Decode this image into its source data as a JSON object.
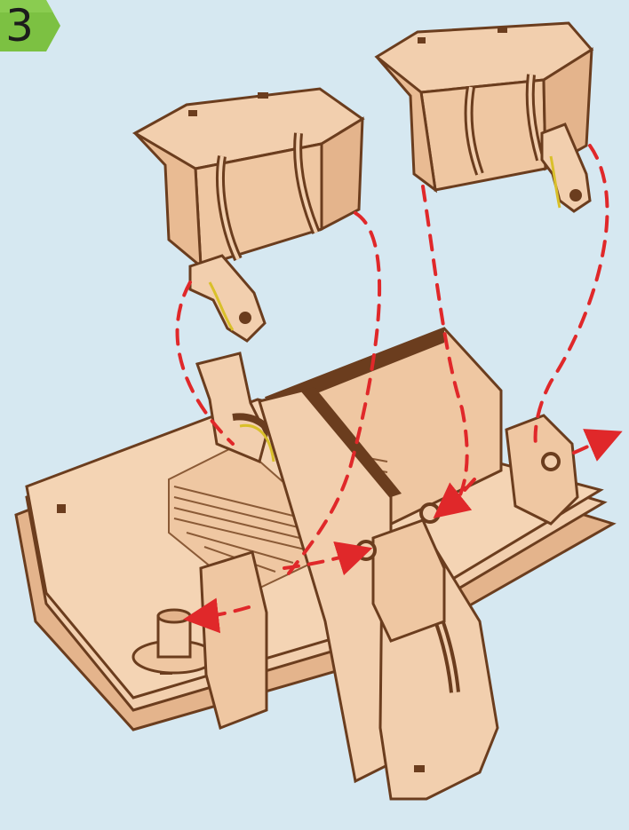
{
  "step_badge": {
    "number": "3",
    "color": "#7cc142"
  },
  "colors": {
    "background": "#d6e8f1",
    "wood_face": "#f2cfae",
    "wood_shade": "#e4b48c",
    "wood_edge": "#6b3d1e",
    "guide_line": "#e0282a",
    "band": "#d9c02a"
  },
  "parts": [
    {
      "name": "left-box-module"
    },
    {
      "name": "right-box-module"
    },
    {
      "name": "base-assembly"
    }
  ]
}
